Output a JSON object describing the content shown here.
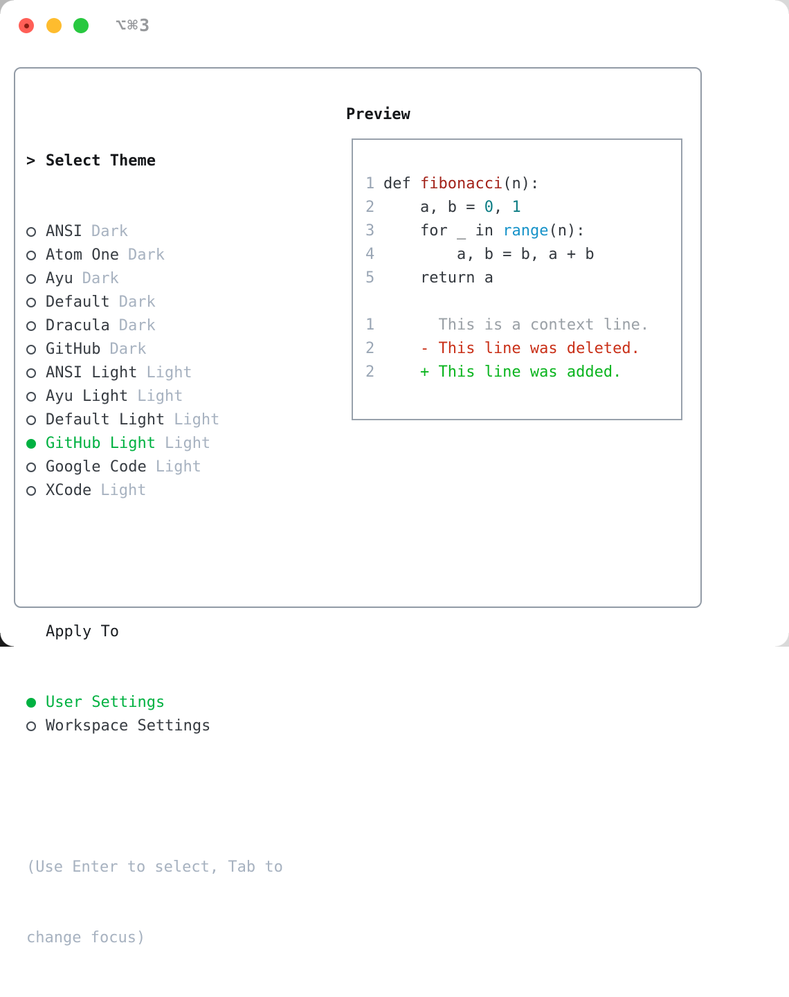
{
  "colors": {
    "selection_green": "#00b141",
    "diff_added_green": "#0ab41e",
    "diff_deleted_red": "#c93018",
    "syntax_title_red": "#a3231a",
    "syntax_number_teal": "#0c7d84",
    "syntax_builtin_blue": "#1793c9",
    "dim_slate": "#a7b2c0",
    "border_gray": "#929ba6",
    "traffic_red": "#ff5f57",
    "traffic_yellow": "#febc2e",
    "traffic_green": "#28c840"
  },
  "window": {
    "title": "⌥⌘3",
    "traffic_lights": [
      "close",
      "minimize",
      "zoom"
    ]
  },
  "theme_panel": {
    "prompt": ">",
    "header": "Select Theme",
    "items": [
      {
        "label": "ANSI",
        "variant": "Dark",
        "selected": false
      },
      {
        "label": "Atom One",
        "variant": "Dark",
        "selected": false
      },
      {
        "label": "Ayu",
        "variant": "Dark",
        "selected": false
      },
      {
        "label": "Default",
        "variant": "Dark",
        "selected": false
      },
      {
        "label": "Dracula",
        "variant": "Dark",
        "selected": false
      },
      {
        "label": "GitHub",
        "variant": "Dark",
        "selected": false
      },
      {
        "label": "ANSI Light",
        "variant": "Light",
        "selected": false
      },
      {
        "label": "Ayu Light",
        "variant": "Light",
        "selected": false
      },
      {
        "label": "Default Light",
        "variant": "Light",
        "selected": false
      },
      {
        "label": "GitHub Light",
        "variant": "Light",
        "selected": true
      },
      {
        "label": "Google Code",
        "variant": "Light",
        "selected": false
      },
      {
        "label": "XCode",
        "variant": "Light",
        "selected": false
      }
    ]
  },
  "apply_panel": {
    "header": "Apply To",
    "options": [
      {
        "label": "User Settings",
        "selected": true
      },
      {
        "label": "Workspace Settings",
        "selected": false
      }
    ]
  },
  "hint": {
    "line1": "(Use Enter to select, Tab to",
    "line2": "change focus)"
  },
  "preview": {
    "header": "Preview",
    "lines": [
      {
        "num": "1",
        "segments": [
          {
            "text": "def ",
            "type": "keyword"
          },
          {
            "text": "fibonacci",
            "type": "title"
          },
          {
            "text": "(n):",
            "type": "plain"
          }
        ]
      },
      {
        "num": "2",
        "segments": [
          {
            "text": "    a, b = ",
            "type": "plain"
          },
          {
            "text": "0",
            "type": "number"
          },
          {
            "text": ", ",
            "type": "plain"
          },
          {
            "text": "1",
            "type": "number"
          }
        ]
      },
      {
        "num": "3",
        "segments": [
          {
            "text": "    ",
            "type": "plain"
          },
          {
            "text": "for",
            "type": "keyword"
          },
          {
            "text": " _ ",
            "type": "plain"
          },
          {
            "text": "in",
            "type": "keyword"
          },
          {
            "text": " ",
            "type": "plain"
          },
          {
            "text": "range",
            "type": "builtin"
          },
          {
            "text": "(n):",
            "type": "plain"
          }
        ]
      },
      {
        "num": "4",
        "segments": [
          {
            "text": "        a, b = b, a + b",
            "type": "plain"
          }
        ]
      },
      {
        "num": "5",
        "segments": [
          {
            "text": "    ",
            "type": "plain"
          },
          {
            "text": "return",
            "type": "keyword"
          },
          {
            "text": " a",
            "type": "plain"
          }
        ]
      },
      {
        "num": "",
        "segments": []
      },
      {
        "num": "1",
        "segments": [
          {
            "text": "      This is a context line.",
            "type": "context"
          }
        ]
      },
      {
        "num": "2",
        "segments": [
          {
            "text": "    - This line was deleted.",
            "type": "deleted"
          }
        ]
      },
      {
        "num": "2",
        "segments": [
          {
            "text": "    + This line was added.",
            "type": "added"
          }
        ]
      }
    ]
  }
}
